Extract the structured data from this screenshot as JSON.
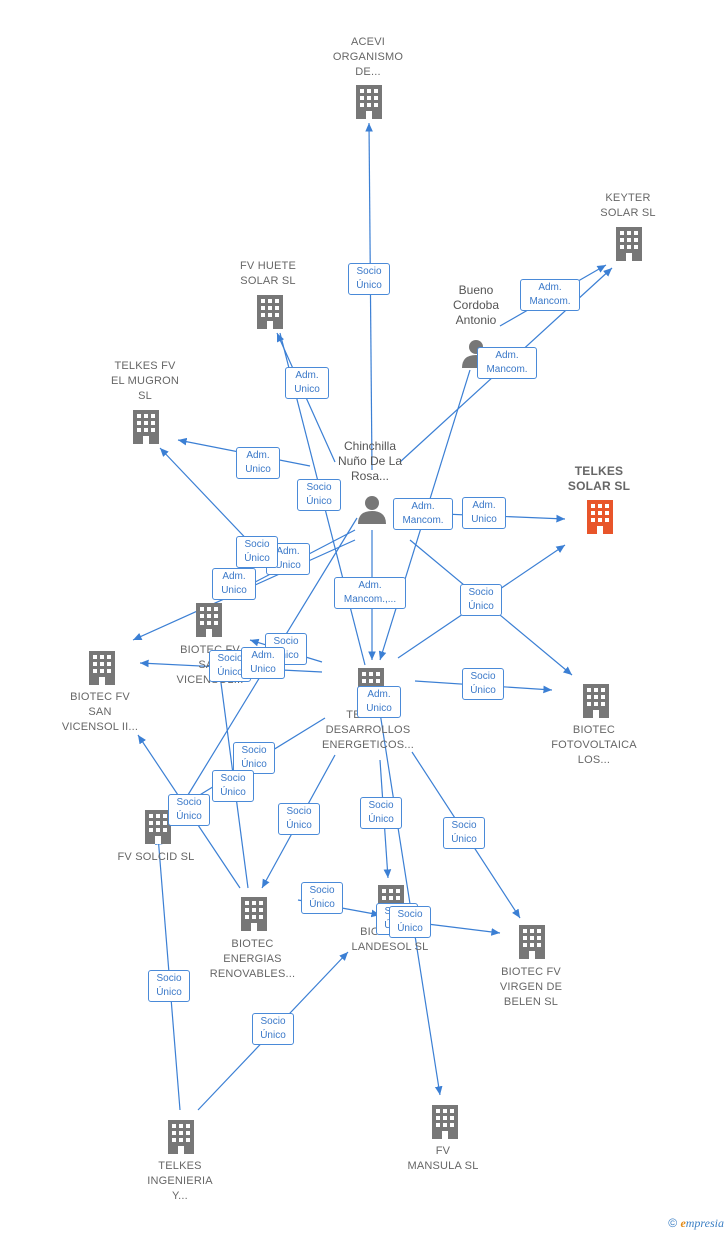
{
  "colors": {
    "edge": "#3b7fd4",
    "building": "#777777",
    "focus_building": "#e8552a",
    "person": "#777777"
  },
  "nodes": {
    "acevi": {
      "lines": [
        "ACEVI",
        "ORGANISMO",
        "DE..."
      ]
    },
    "keyter": {
      "lines": [
        "KEYTER",
        "SOLAR SL"
      ]
    },
    "fv_huete": {
      "lines": [
        "FV HUETE",
        "SOLAR SL"
      ]
    },
    "bueno": {
      "lines": [
        "Bueno",
        "Cordoba",
        "Antonio"
      ]
    },
    "telkes_mugron": {
      "lines": [
        "TELKES FV",
        "EL MUGRON",
        "SL"
      ]
    },
    "chinchilla": {
      "lines": [
        "Chinchilla",
        "Nuño De La",
        "Rosa..."
      ]
    },
    "telkes_solar": {
      "lines": [
        "TELKES",
        "SOLAR SL"
      ]
    },
    "biotec_san_vicensol": {
      "lines": [
        "BIOTEC FV",
        "SAN",
        "VICENSOL..."
      ]
    },
    "biotec_san_vicensol_ii": {
      "lines": [
        "BIOTEC FV",
        "SAN",
        "VICENSOL II..."
      ]
    },
    "telkes_desarrollos": {
      "lines": [
        "TELKES",
        "DESARROLLOS",
        "ENERGETICOS..."
      ]
    },
    "biotec_fotovoltaica": {
      "lines": [
        "BIOTEC",
        "FOTOVOLTAICA",
        "LOS..."
      ]
    },
    "fv_solcid": {
      "lines": [
        "FV SOLCID SL"
      ]
    },
    "biotec_energias": {
      "lines": [
        "BIOTEC",
        "ENERGIAS",
        "RENOVABLES..."
      ]
    },
    "biotec_landesol": {
      "lines": [
        "BIOTEC FV",
        "LANDESOL SL"
      ]
    },
    "biotec_virgen": {
      "lines": [
        "BIOTEC FV",
        "VIRGEN DE",
        "BELEN SL"
      ]
    },
    "telkes_ingenieria": {
      "lines": [
        "TELKES",
        "INGENIERIA",
        "Y..."
      ]
    },
    "fv_mansula": {
      "lines": [
        "FV",
        "MANSULA SL"
      ]
    }
  },
  "edge_labels": {
    "socio_unico": [
      "Socio",
      "Único"
    ],
    "adm_unico": [
      "Adm.",
      "Unico"
    ],
    "adm_mancom": [
      "Adm.",
      "Mancom."
    ],
    "adm_mancom_trunc": [
      "Adm.",
      "Mancom.,..."
    ]
  },
  "footer": {
    "copyright": "©",
    "brand_initial": "e",
    "brand_rest": "mpresia"
  }
}
